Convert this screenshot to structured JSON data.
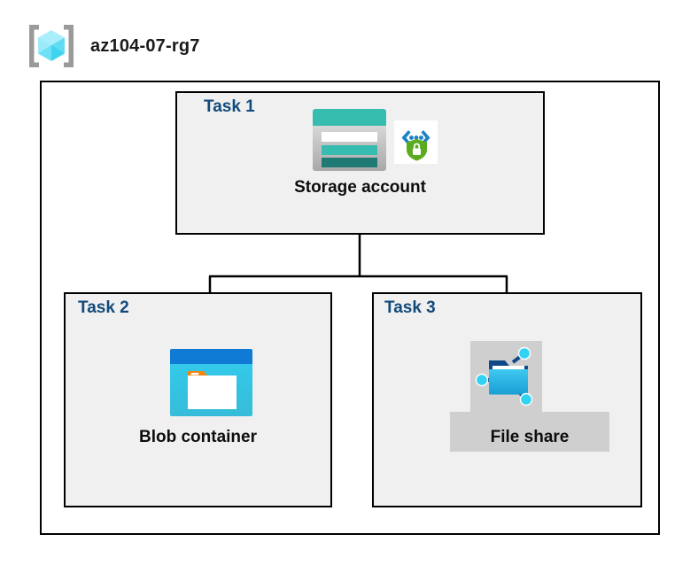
{
  "diagram": {
    "type": "azure-architecture-diagram",
    "resource_group": {
      "name": "az104-07-rg7",
      "icon": "resource-group-cube-icon"
    },
    "tasks": [
      {
        "id": "task1",
        "label": "Task 1",
        "node_label": "Storage account",
        "icons": [
          "storage-account-icon",
          "secure-code-shield-icon"
        ],
        "selected": false
      },
      {
        "id": "task2",
        "label": "Task 2",
        "node_label": "Blob container",
        "icons": [
          "blob-container-icon"
        ],
        "selected": false
      },
      {
        "id": "task3",
        "label": "Task 3",
        "node_label": "File share",
        "icons": [
          "file-share-folder-icon"
        ],
        "selected": true
      }
    ],
    "connections": [
      {
        "from": "Storage account",
        "to": "Blob container"
      },
      {
        "from": "Storage account",
        "to": "File share"
      }
    ]
  },
  "colors": {
    "task_label": "#114a7b",
    "node_label": "#0d0d0d",
    "box_border": "#000000",
    "box_fill": "#f0f0f0",
    "page_background": "#ffffff",
    "storage_teal": "#37bdb0",
    "storage_teal_dark": "#1f7a73",
    "blob_blue": "#0f7bd4",
    "blob_cyan": "#32c8f0",
    "blob_orange": "#f2870d",
    "fileshare_blue": "#32b5e8",
    "fileshare_node": "#32d2f2",
    "shield_green": "#5aab20",
    "bracket_gray": "#9a9a9a",
    "cube_cyan": "#6fe0f5",
    "selection_gray": "#cfcfcf"
  }
}
